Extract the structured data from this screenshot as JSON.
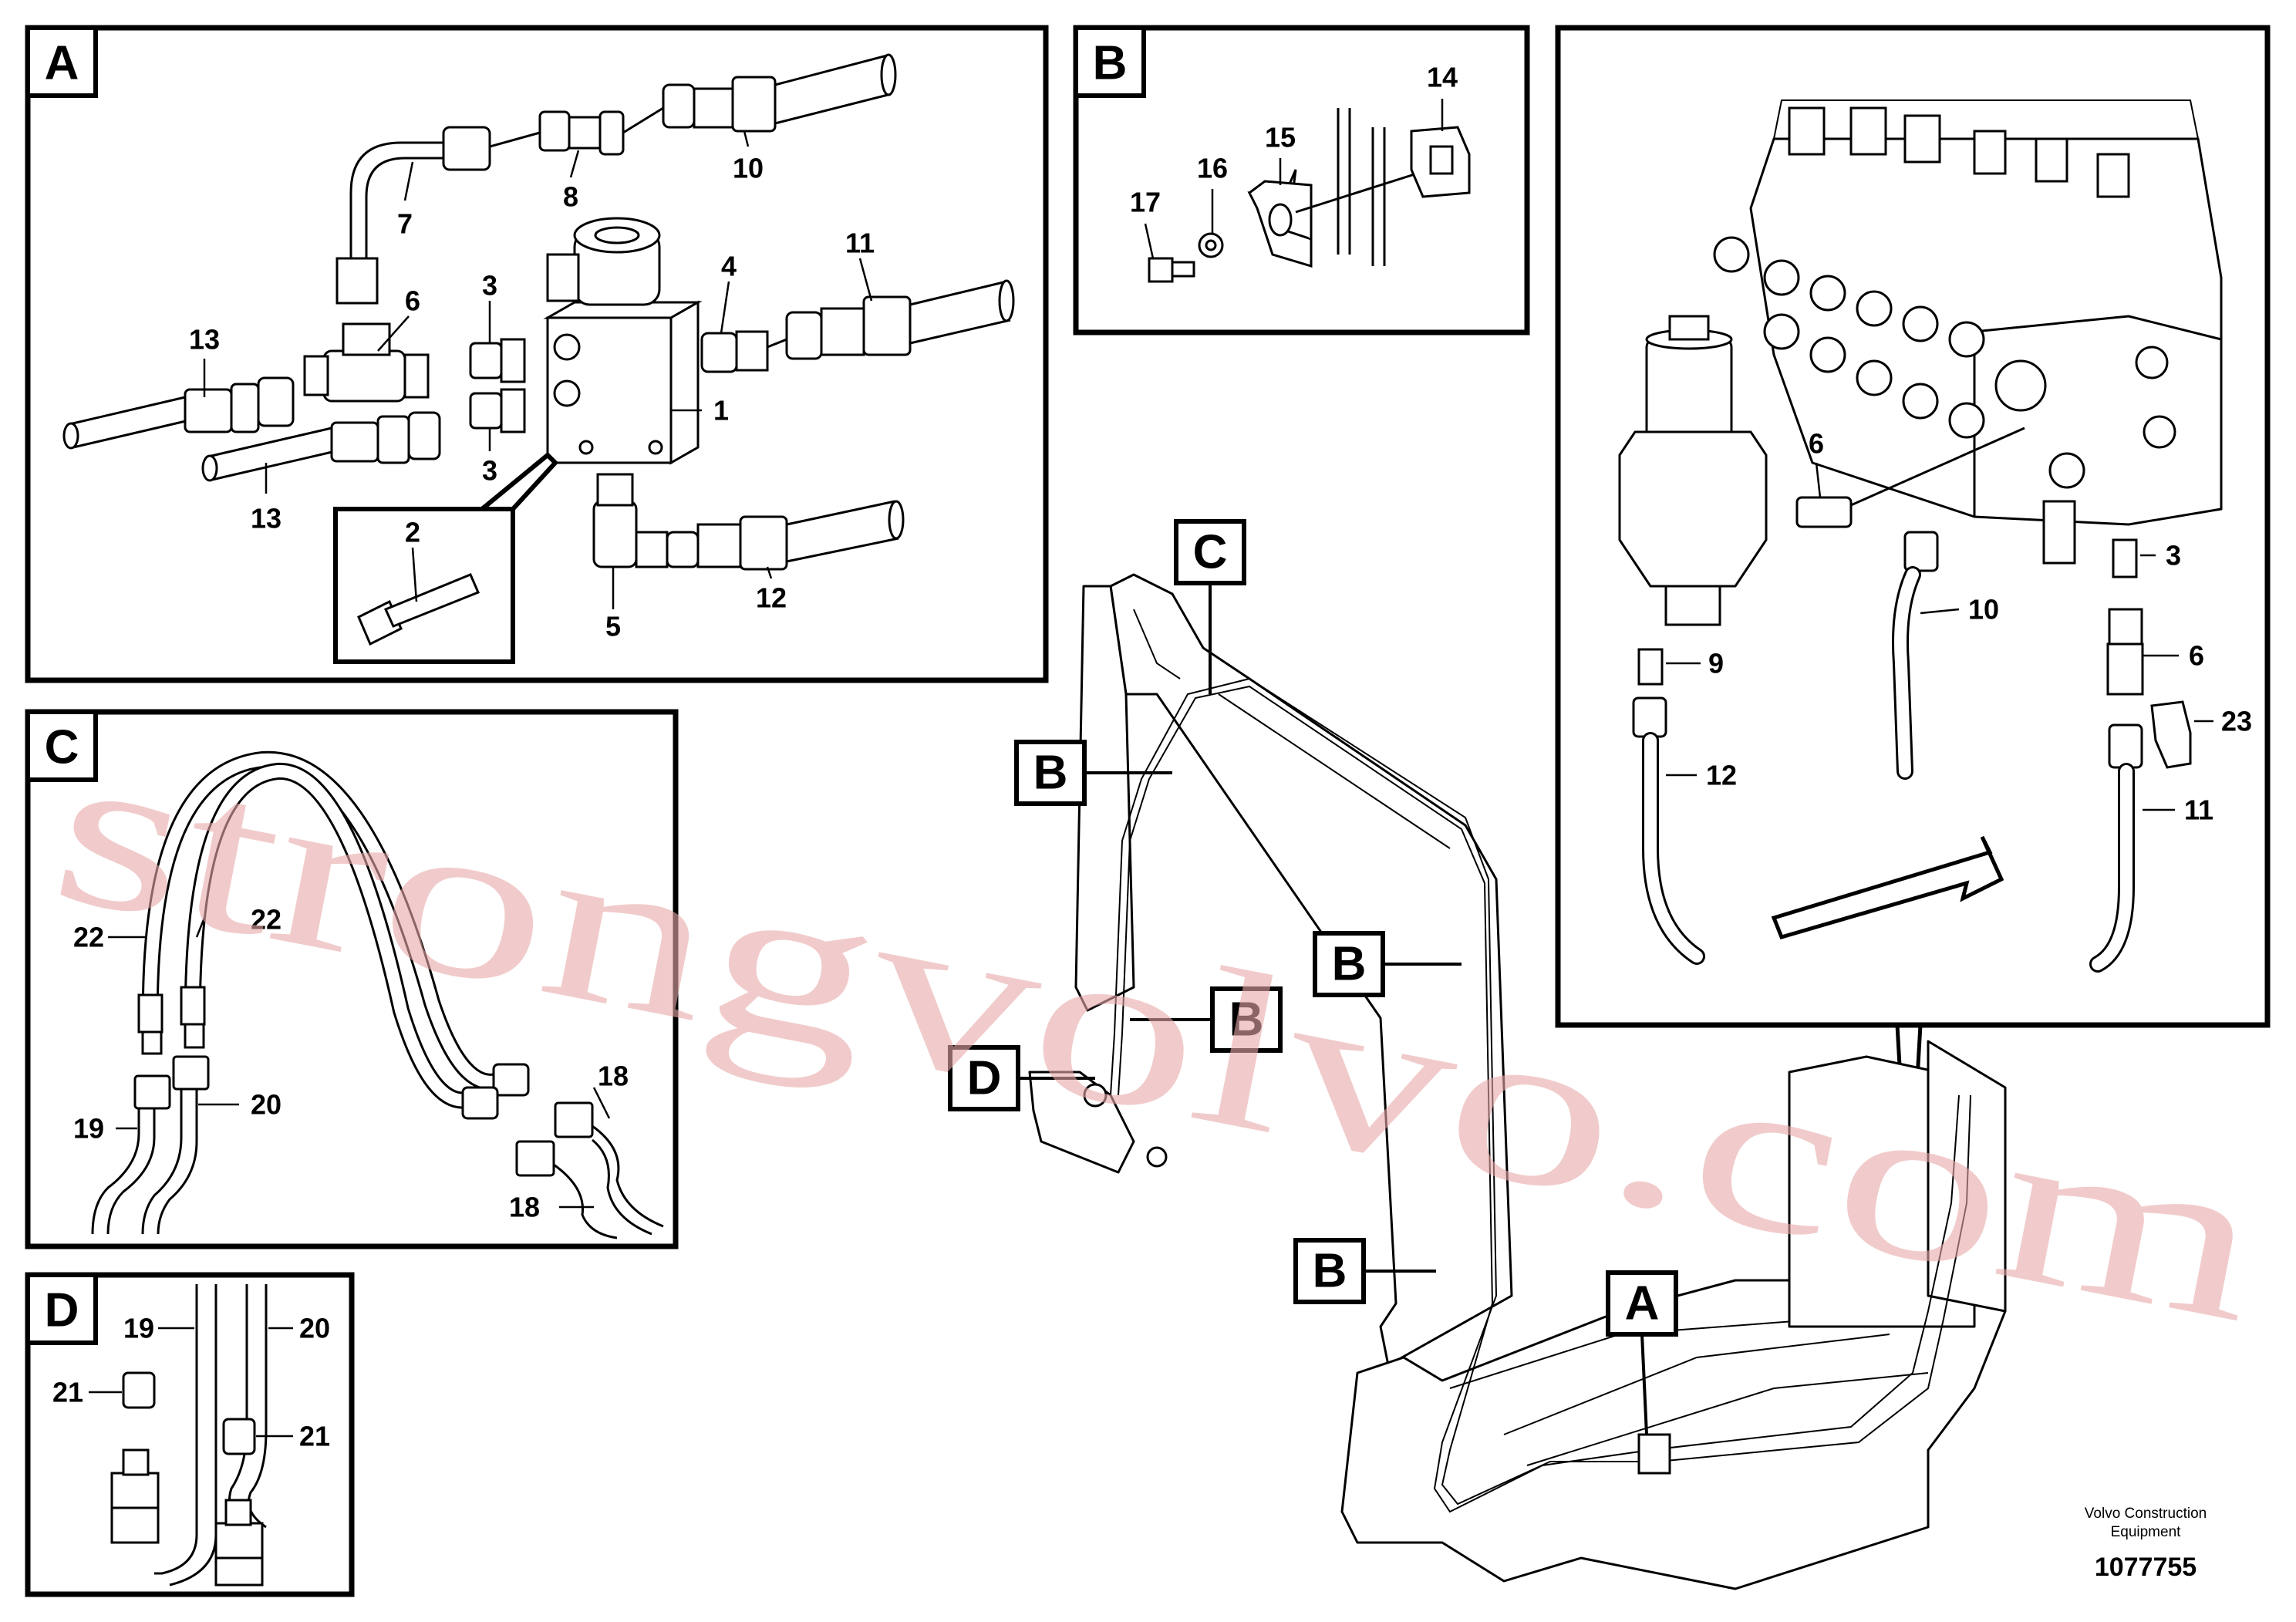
{
  "panels": {
    "A": {
      "tag": "A",
      "callouts": [
        "13",
        "6",
        "3",
        "4",
        "11",
        "7",
        "8",
        "10",
        "1",
        "3",
        "13",
        "2",
        "5",
        "12"
      ]
    },
    "B": {
      "tag": "B",
      "callouts": [
        "14",
        "15",
        "16",
        "17"
      ]
    },
    "C": {
      "tag": "C",
      "callouts": [
        "22",
        "22",
        "19",
        "20",
        "18",
        "18"
      ]
    },
    "D": {
      "tag": "D",
      "callouts": [
        "19",
        "20",
        "21",
        "21"
      ]
    },
    "detail": {
      "callouts": [
        "6",
        "3",
        "10",
        "9",
        "6",
        "23",
        "12",
        "11"
      ]
    }
  },
  "machine_tags": {
    "C": "C",
    "B1": "B",
    "B2": "B",
    "B3": "B",
    "B4": "B",
    "D": "D",
    "A": "A"
  },
  "footer": {
    "company_line1": "Volvo Construction",
    "company_line2": "Equipment",
    "document_number": "1077755"
  },
  "watermark": "strongvolvo.com",
  "colors": {
    "watermark": "#e8a9a9",
    "line": "#000000",
    "background": "#ffffff"
  }
}
